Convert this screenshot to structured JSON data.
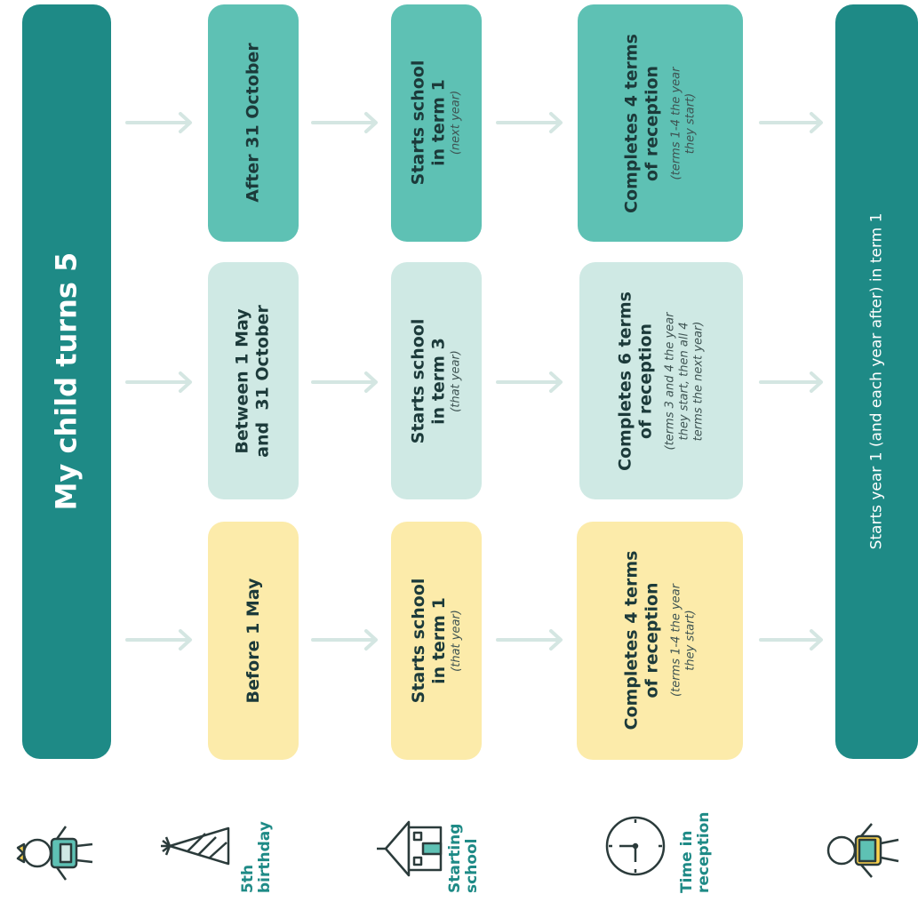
{
  "header": {
    "title": "My child turns 5"
  },
  "bottom": {
    "text": "Starts year 1 (and each year after) in term 1"
  },
  "categories": {
    "birthday": [
      "5th",
      "birthday"
    ],
    "starting": [
      "Starting",
      "school"
    ],
    "reception": [
      "Time in",
      "reception"
    ]
  },
  "columns": [
    {
      "birthday": [
        "Before 1 May"
      ],
      "start_main": [
        "Starts school",
        "in term 1"
      ],
      "start_note": "(that year)",
      "reception_main": [
        "Completes 4 terms",
        "of reception"
      ],
      "reception_note": [
        "(terms 1-4 the year",
        "they start)"
      ]
    },
    {
      "birthday": [
        "Between 1 May",
        "and  31 October"
      ],
      "start_main": [
        "Starts school",
        "in term 3"
      ],
      "start_note": "(that year)",
      "reception_main": [
        "Completes 6 terms",
        "of reception"
      ],
      "reception_note": [
        "(terms 3 and 4 the year",
        "they start, then all 4",
        "terms the next year)"
      ]
    },
    {
      "birthday": [
        "After 31 October"
      ],
      "start_main": [
        "Starts school",
        "in term 1"
      ],
      "start_note": "(next year)",
      "reception_main": [
        "Completes 4 terms",
        "of reception"
      ],
      "reception_note": [
        "(terms 1-4 the year",
        "they start)"
      ]
    }
  ],
  "colors": {
    "dark_teal": "#1e8a86",
    "teal": "#5ec1b4",
    "light_teal": "#cfe9e4",
    "yellow": "#fcebaa",
    "arrow": "#d4e6e2"
  },
  "icons": [
    "child-with-crown-icon",
    "party-hat-icon",
    "school-building-icon",
    "clock-icon",
    "child-with-backpack-icon"
  ]
}
